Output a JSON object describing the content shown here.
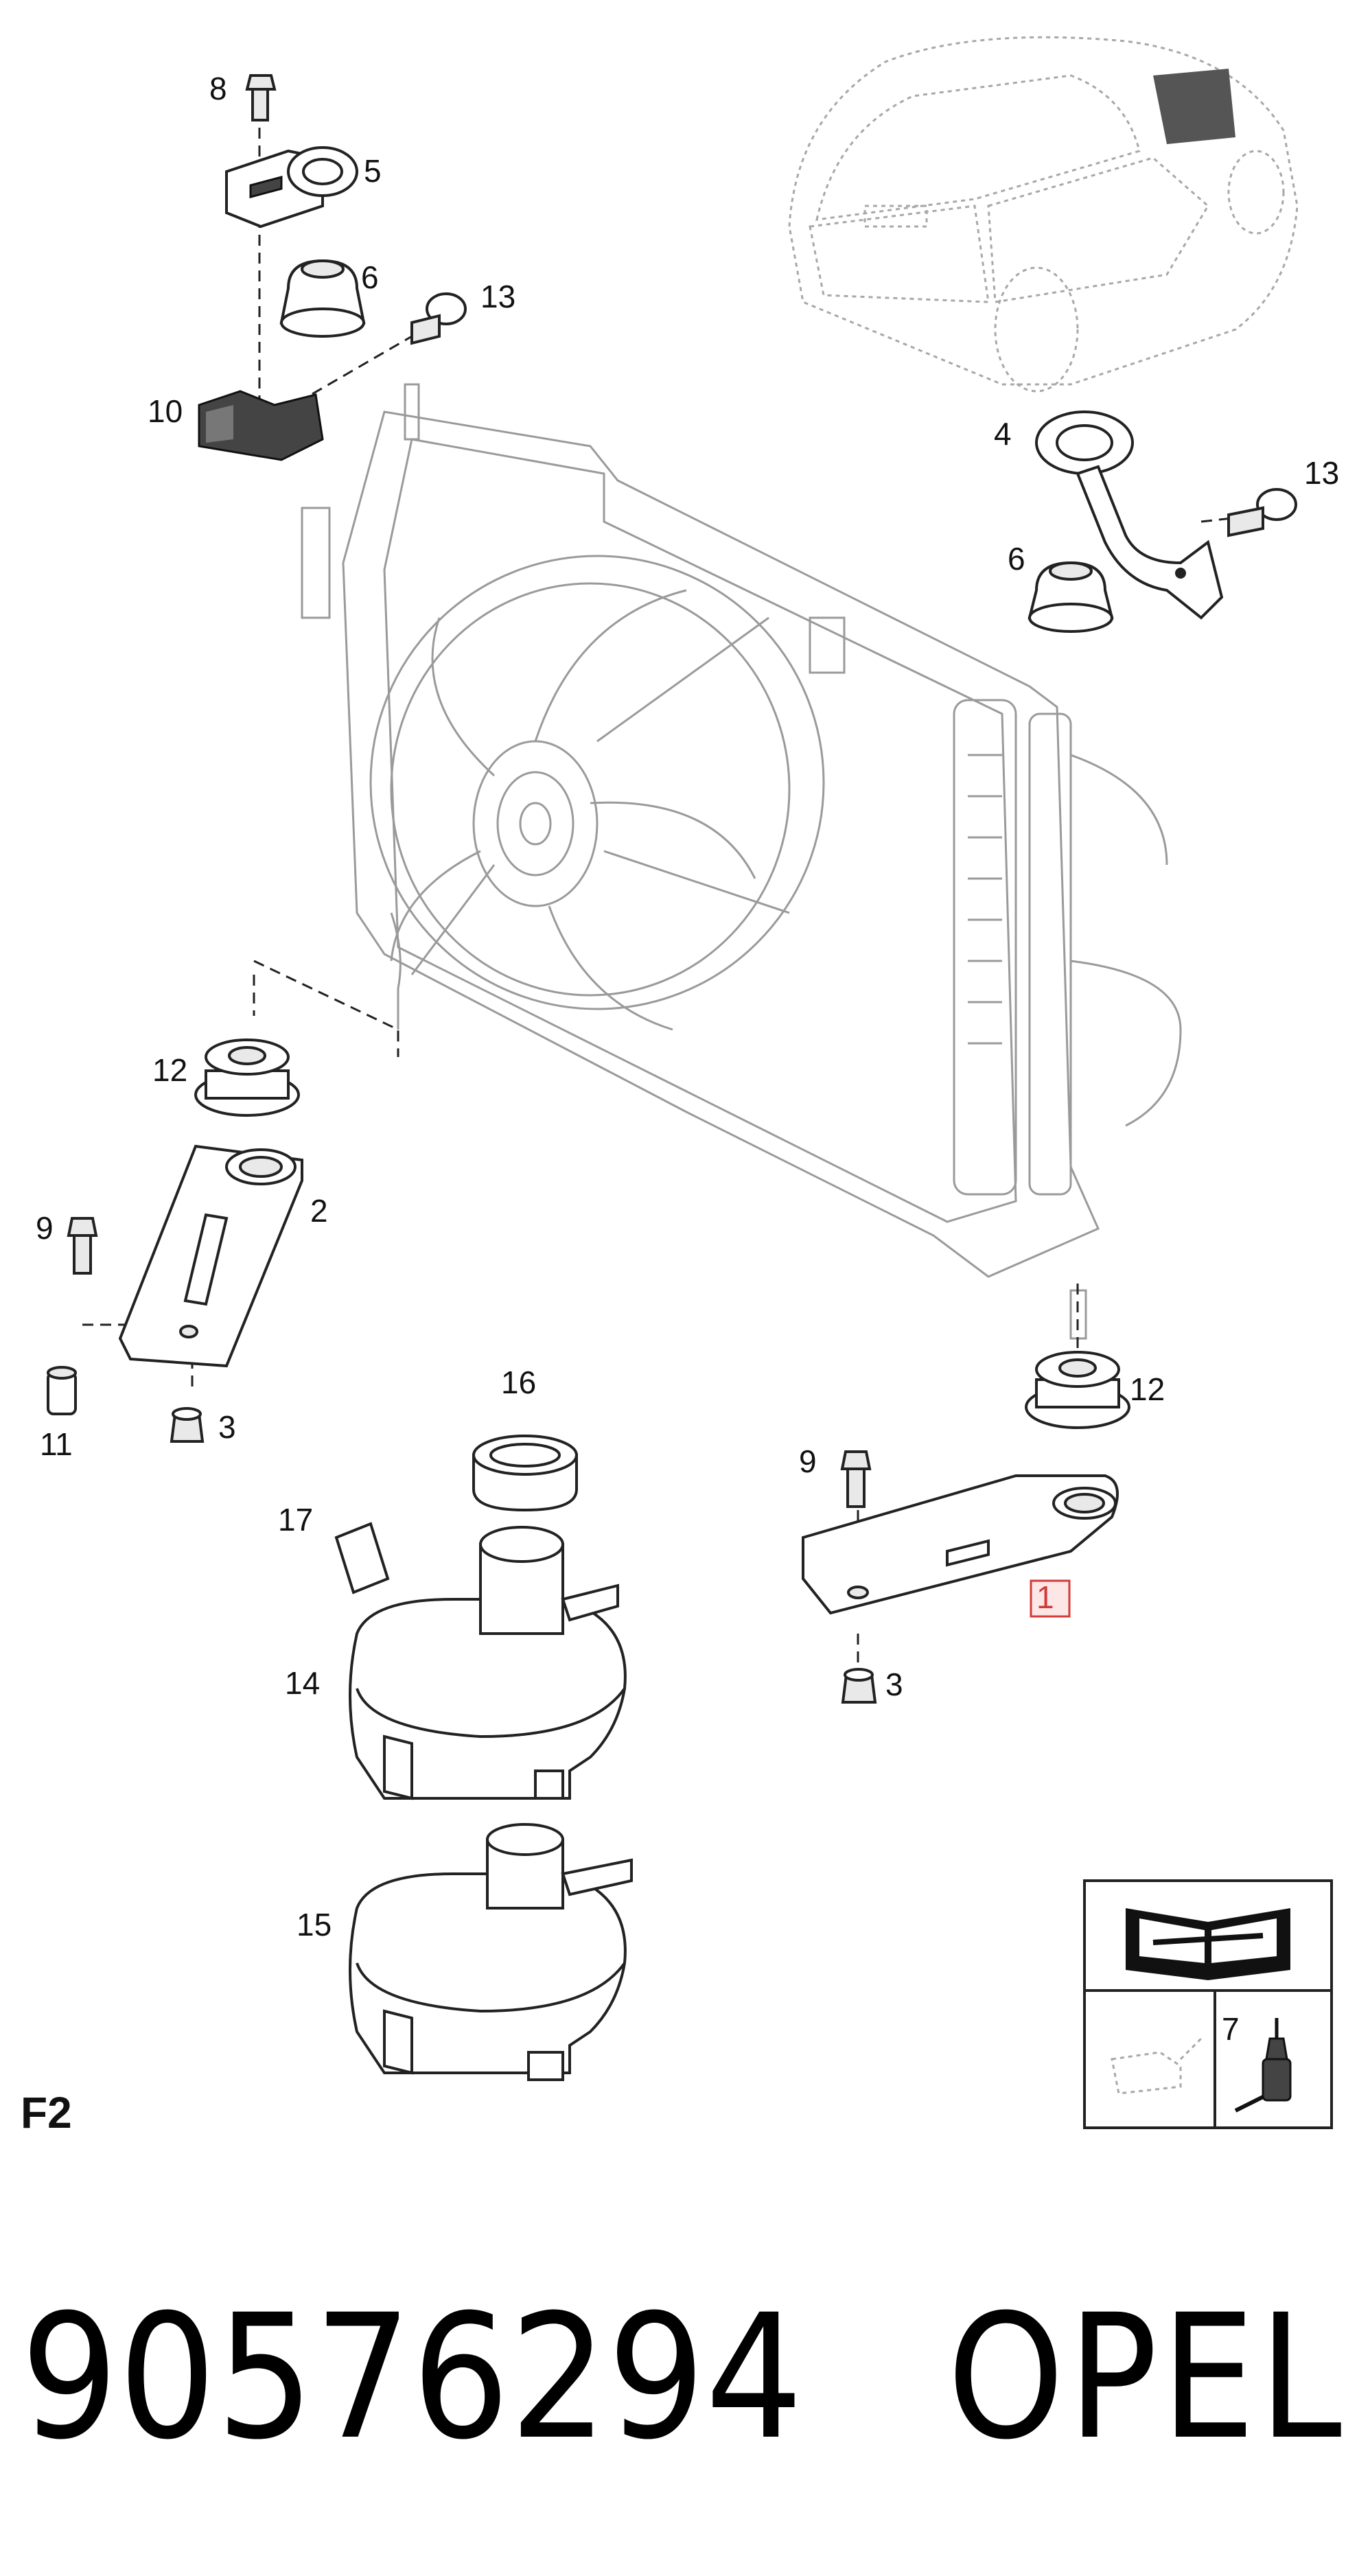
{
  "diagram": {
    "sheet_label": "F2",
    "part_number": "90576294",
    "brand": "OPEL",
    "highlighted_callout": "1",
    "callouts": {
      "c1": "1",
      "c2": "2",
      "c3a": "3",
      "c3b": "3",
      "c4": "4",
      "c5": "5",
      "c6a": "6",
      "c6b": "6",
      "c7": "7",
      "c8": "8",
      "c9a": "9",
      "c9b": "9",
      "c10": "10",
      "c11": "11",
      "c12a": "12",
      "c12b": "12",
      "c13a": "13",
      "c13b": "13",
      "c14": "14",
      "c15": "15",
      "c16": "16",
      "c17": "17"
    },
    "parts": [
      "car-silhouette",
      "radiator-fan-assembly",
      "upper-mount-bracket",
      "rubber-bushing",
      "bolt",
      "clip",
      "lower-bracket-left",
      "lower-bracket-right",
      "expansion-tank",
      "tank-cap",
      "hose-clip",
      "grommet",
      "manual-icon",
      "oil-can-icon",
      "sealant-bottle-icon"
    ]
  }
}
